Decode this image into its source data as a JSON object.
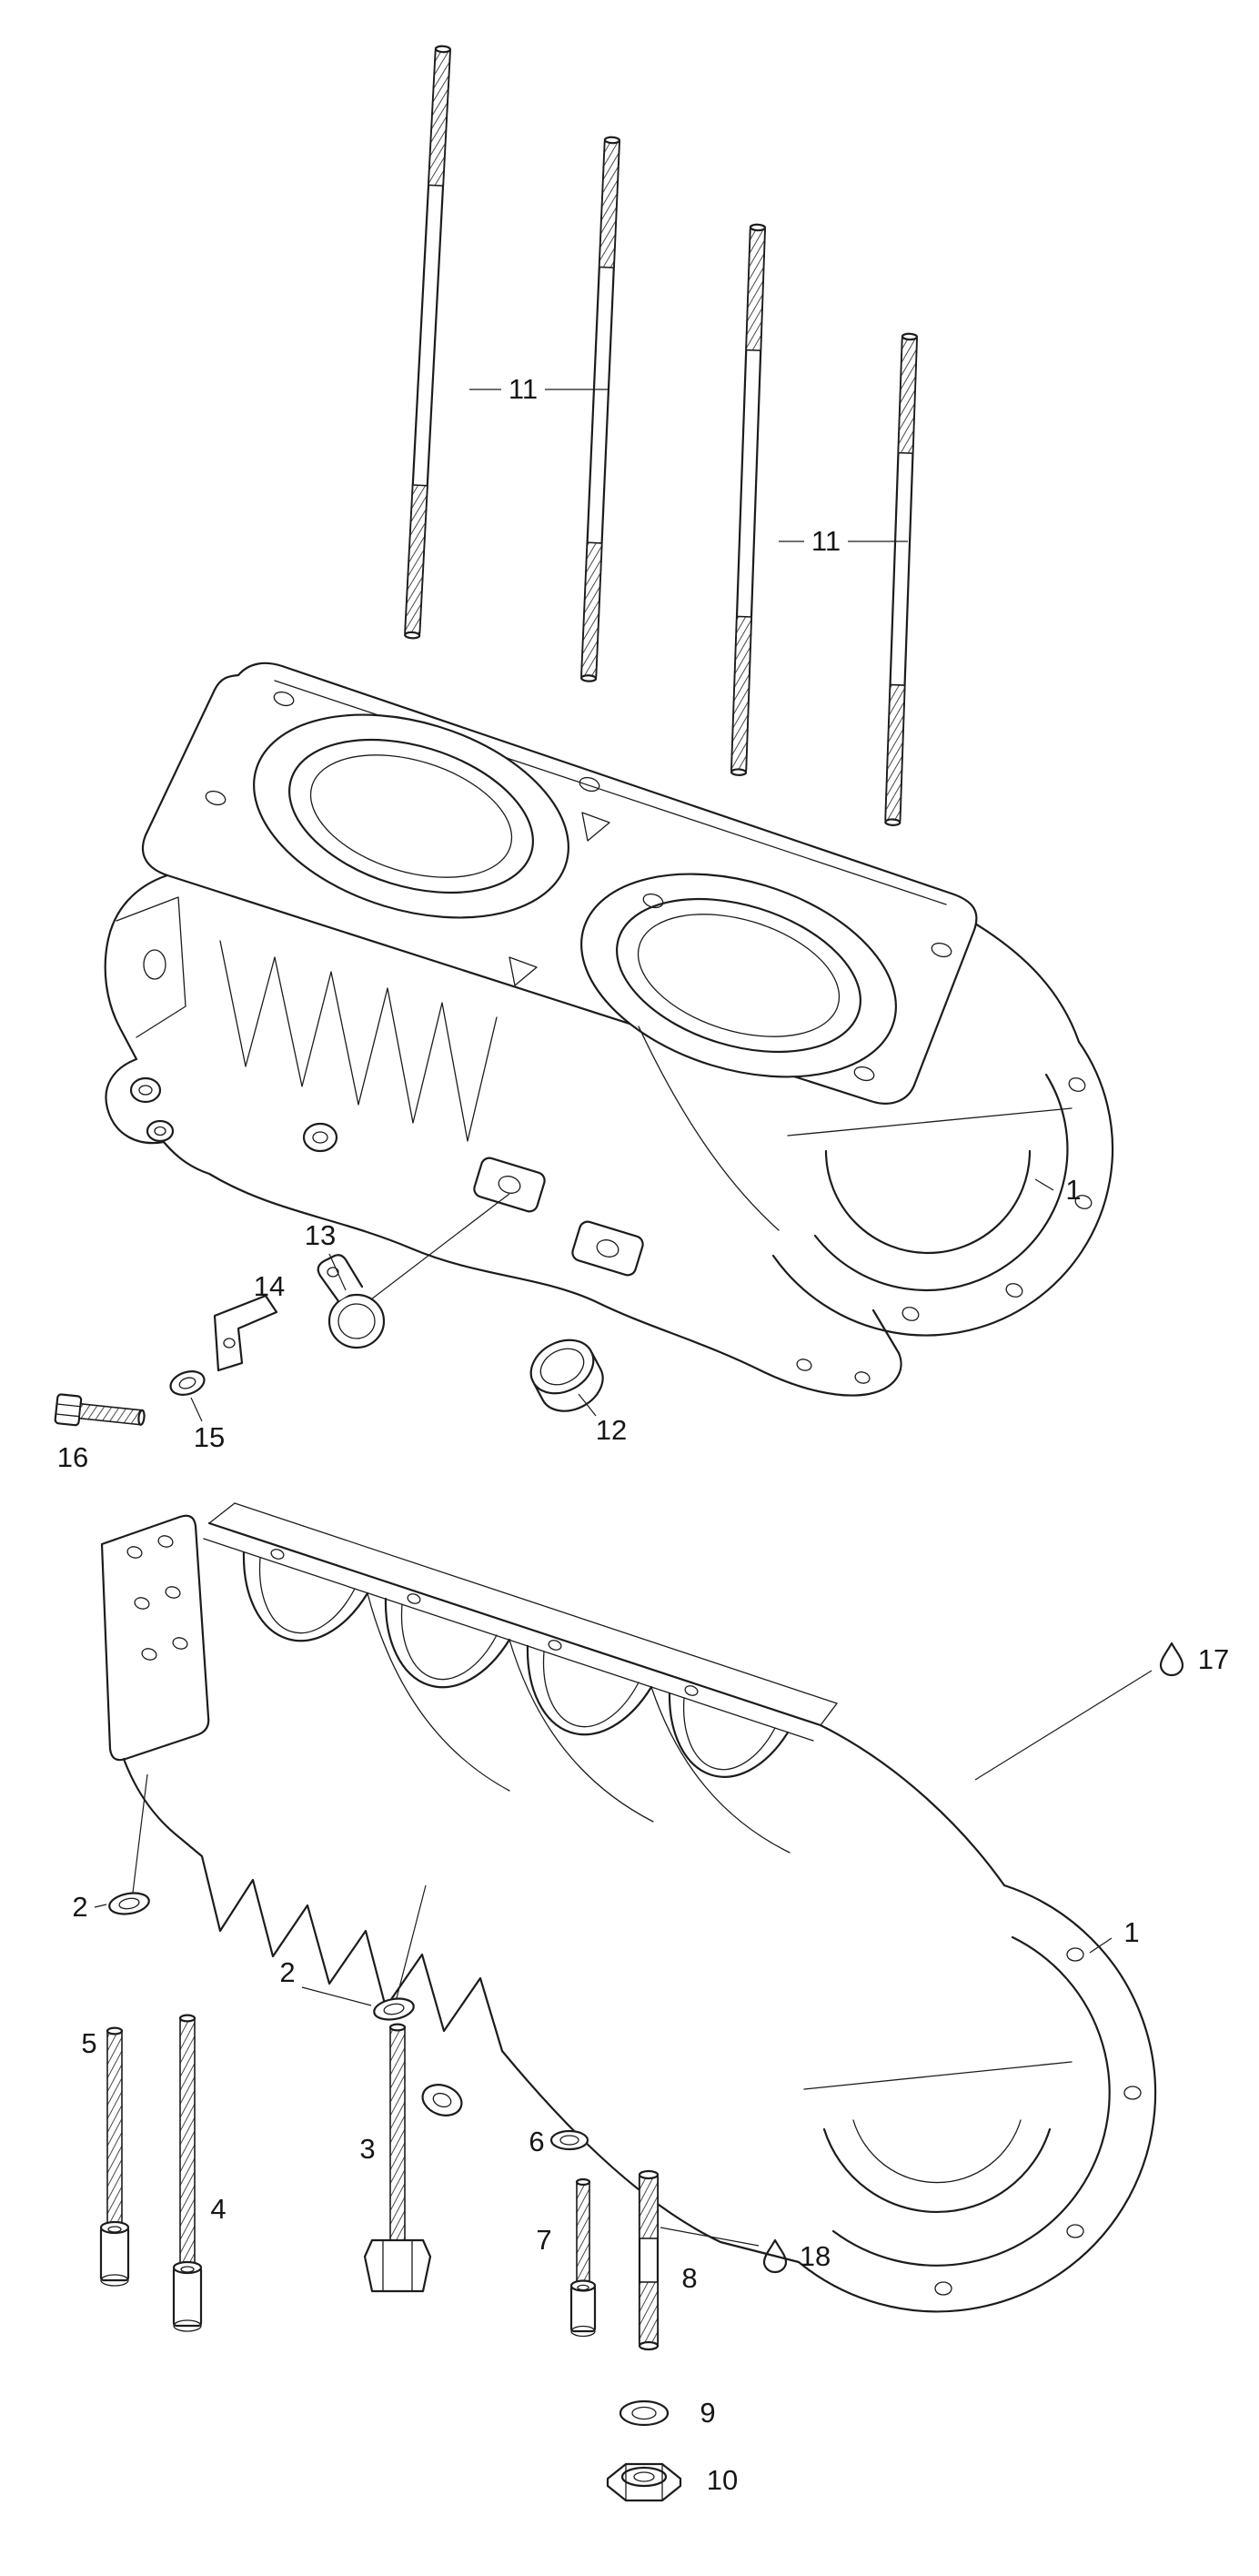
{
  "page": {
    "background": "#ffffff",
    "ink": "#1c1c1c"
  },
  "icons": {
    "oil_drop": "teardrop-outline"
  },
  "callouts": {
    "c11a": {
      "label": "11"
    },
    "c11b": {
      "label": "11"
    },
    "c1_upper": {
      "label": "1"
    },
    "c13": {
      "label": "13"
    },
    "c14": {
      "label": "14"
    },
    "c15": {
      "label": "15"
    },
    "c16": {
      "label": "16"
    },
    "c12": {
      "label": "12"
    },
    "c17": {
      "label": "17"
    },
    "c1_lower": {
      "label": "1"
    },
    "c2a": {
      "label": "2"
    },
    "c2b": {
      "label": "2"
    },
    "c5": {
      "label": "5"
    },
    "c4": {
      "label": "4"
    },
    "c3": {
      "label": "3"
    },
    "c6": {
      "label": "6"
    },
    "c7": {
      "label": "7"
    },
    "c8": {
      "label": "8"
    },
    "c18": {
      "label": "18"
    },
    "c9": {
      "label": "9"
    },
    "c10": {
      "label": "10"
    }
  }
}
